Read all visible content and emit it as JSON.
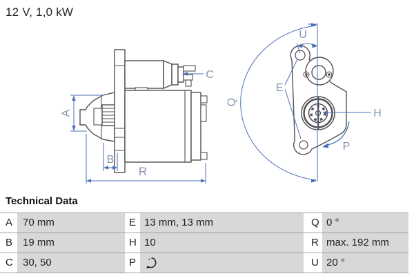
{
  "title": "12 V, 1,0 kW",
  "colors": {
    "dimension_blue": "#4a6fb5",
    "dim_label_blue": "#8794b3",
    "part_outline_gray": "#4f4f4f",
    "table_cell_gray": "#d8d8d8"
  },
  "drawing": {
    "dim_labels": {
      "A": "A",
      "B": "B",
      "C": "C",
      "R": "R",
      "E": "E",
      "H": "H",
      "P": "P",
      "Q": "Q",
      "U": "U"
    }
  },
  "technical_data": {
    "heading": "Technical Data",
    "rows": [
      {
        "cells": [
          {
            "key": "A",
            "value": "70 mm"
          },
          {
            "key": "E",
            "value": "13 mm, 13 mm"
          },
          {
            "key": "Q",
            "value": "0 °"
          }
        ]
      },
      {
        "cells": [
          {
            "key": "B",
            "value": "19 mm"
          },
          {
            "key": "H",
            "value": "10"
          },
          {
            "key": "R",
            "value": "max. 192 mm"
          }
        ]
      },
      {
        "cells": [
          {
            "key": "C",
            "value": "30, 50"
          },
          {
            "key": "P",
            "value": "",
            "icon": "rotation-direction-icon"
          },
          {
            "key": "U",
            "value": "20 °"
          }
        ]
      }
    ]
  }
}
